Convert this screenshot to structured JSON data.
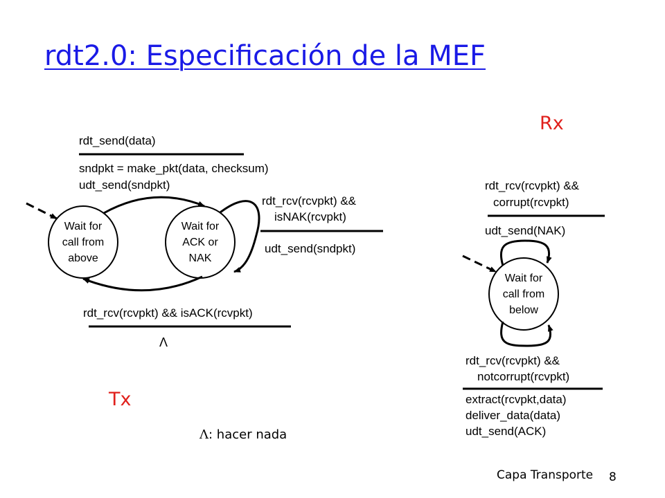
{
  "slide": {
    "title": "rdt2.0: Especificación de la MEF",
    "footer": "Capa Transporte",
    "page_number": "8",
    "colors": {
      "title": "#1a1ae6",
      "side_labels": "#e0201c"
    }
  },
  "sender": {
    "side_label": "Tx",
    "states": {
      "wait_above": "Wait for\ncall from\nabove",
      "wait_ack": "Wait for\nACK or\nNAK"
    },
    "send": {
      "event": "rdt_send(data)",
      "action1": "sndpkt = make_pkt(data, checksum)",
      "action2": "udt_send(sndpkt)"
    },
    "nak": {
      "event1": "rdt_rcv(rcvpkt) &&",
      "event2": "isNAK(rcvpkt)",
      "action": "udt_send(sndpkt)"
    },
    "ack": {
      "event": "rdt_rcv(rcvpkt) && isACK(rcvpkt)",
      "action": "Λ"
    },
    "legend": {
      "symbol": "Λ",
      "text": ": hacer nada"
    }
  },
  "receiver": {
    "side_label": "Rx",
    "state": "Wait for\ncall from\nbelow",
    "corrupt": {
      "event1": "rdt_rcv(rcvpkt) &&",
      "event2": "corrupt(rcvpkt)",
      "action": "udt_send(NAK)"
    },
    "notcorrupt": {
      "event1": "rdt_rcv(rcvpkt) &&",
      "event2": "notcorrupt(rcvpkt)",
      "action1": "extract(rcvpkt,data)",
      "action2": "deliver_data(data)",
      "action3": "udt_send(ACK)"
    }
  }
}
